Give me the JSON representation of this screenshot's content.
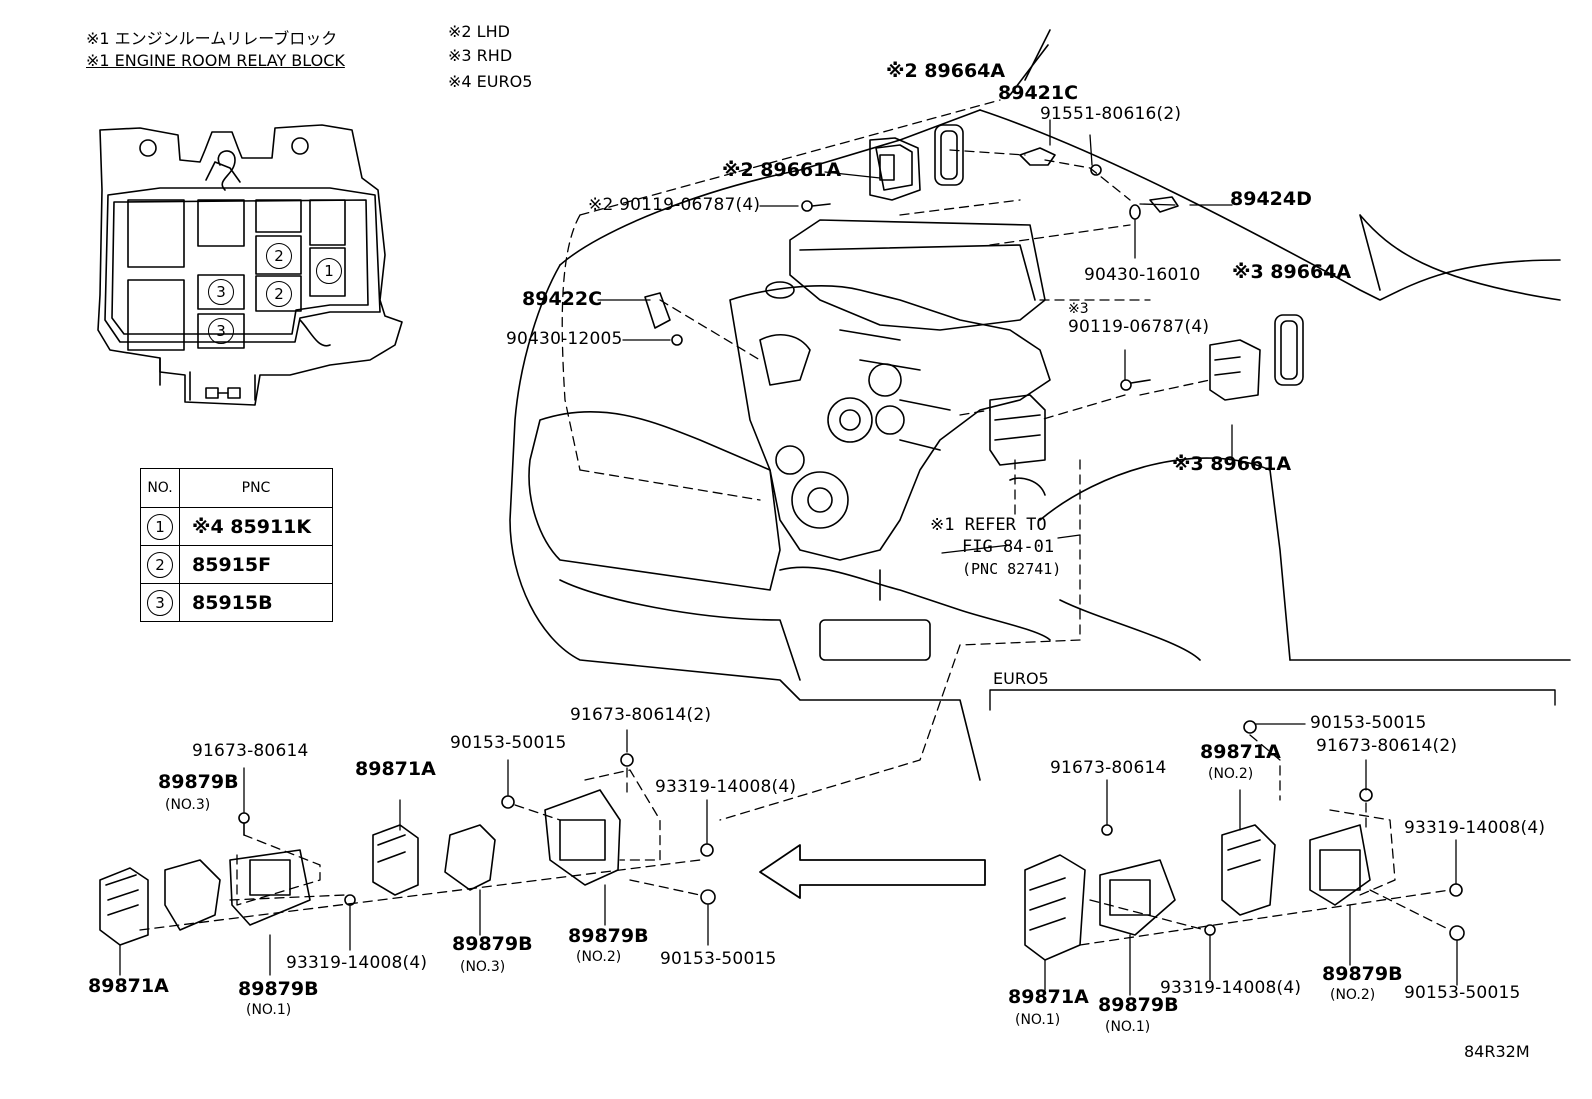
{
  "notes": {
    "n1_jp": "※1 エンジンルームリレーブロック",
    "n1_en": "※1 ENGINE ROOM RELAY BLOCK",
    "n2": "※2 LHD",
    "n3": "※3 RHD",
    "n4": "※4 EURO5"
  },
  "relay_block": {
    "slots": [
      "1",
      "2",
      "2",
      "3",
      "3"
    ]
  },
  "pnc_table": {
    "header_no": "NO.",
    "header_pnc": "PNC",
    "rows": [
      {
        "no": "1",
        "pnc": "※4 85911K"
      },
      {
        "no": "2",
        "pnc": "85915F"
      },
      {
        "no": "3",
        "pnc": "85915B"
      }
    ]
  },
  "engine_labels": {
    "a": "※2 89664A",
    "b": "89421C",
    "c": "91551-80616(2)",
    "d": "※2 89661A",
    "e": "※2 90119-06787(4)",
    "f": "89424D",
    "g": "90430-16010",
    "h": "※3 89664A",
    "i": "89422C",
    "j": "90430-12005",
    "k": "※3",
    "l": "90119-06787(4)",
    "m": "※3 89661A",
    "n": "※1 REFER TO",
    "o": "FIG 84-01",
    "p": "(PNC 82741)"
  },
  "euro5_label": "EURO5",
  "left_group": {
    "a": "91673-80614",
    "b": "89879B",
    "c": "(NO.3)",
    "d": "89871A",
    "e": "90153-50015",
    "f": "91673-80614(2)",
    "g": "93319-14008(4)",
    "h": "93319-14008(4)",
    "i": "89879B",
    "j": "(NO.3)",
    "k": "89879B",
    "l": "(NO.2)",
    "m": "90153-50015",
    "n": "89871A",
    "o": "89879B",
    "p": "(NO.1)"
  },
  "right_group": {
    "a": "90153-50015",
    "b": "89871A",
    "c": "(NO.2)",
    "d": "91673-80614(2)",
    "e": "91673-80614",
    "f": "93319-14008(4)",
    "g": "93319-14008(4)",
    "h": "89879B",
    "i": "(NO.2)",
    "j": "90153-50015",
    "k": "89871A",
    "l": "(NO.1)",
    "m": "89879B",
    "n": "(NO.1)"
  },
  "figure_code": "84R32M"
}
